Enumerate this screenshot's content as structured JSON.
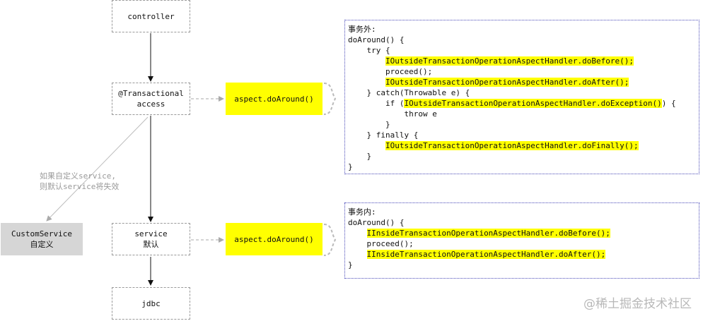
{
  "nodes": {
    "controller": "controller",
    "transactional": "@Transactional\naccess",
    "service": "service\n默认",
    "jdbc": "jdbc",
    "custom_service": "CustomService\n自定义",
    "aspect_top": "aspect.doAround()",
    "aspect_bottom": "aspect.doAround()"
  },
  "note": "如果自定义service,\n则默认service将失效",
  "outside_code": {
    "title": "事务外:",
    "lines": [
      {
        "indent": "",
        "pre": "doAround() {",
        "hl": "",
        "post": ""
      },
      {
        "indent": "    ",
        "pre": "try {",
        "hl": "",
        "post": ""
      },
      {
        "indent": "        ",
        "pre": "",
        "hl": "IOutsideTransactionOperationAspectHandler.doBefore();",
        "post": ""
      },
      {
        "indent": "        ",
        "pre": "proceed();",
        "hl": "",
        "post": ""
      },
      {
        "indent": "        ",
        "pre": "",
        "hl": "IOutsideTransactionOperationAspectHandler.doAfter();",
        "post": ""
      },
      {
        "indent": "    ",
        "pre": "} catch(Throwable e) {",
        "hl": "",
        "post": ""
      },
      {
        "indent": "        ",
        "pre": "if (",
        "hl": "IOutsideTransactionOperationAspectHandler.doException()",
        "post": ") {"
      },
      {
        "indent": "            ",
        "pre": "throw e",
        "hl": "",
        "post": ""
      },
      {
        "indent": "        ",
        "pre": "}",
        "hl": "",
        "post": ""
      },
      {
        "indent": "    ",
        "pre": "} finally {",
        "hl": "",
        "post": ""
      },
      {
        "indent": "        ",
        "pre": "",
        "hl": "IOutsideTransactionOperationAspectHandler.doFinally();",
        "post": ""
      },
      {
        "indent": "    ",
        "pre": "}",
        "hl": "",
        "post": ""
      },
      {
        "indent": "",
        "pre": "}",
        "hl": "",
        "post": ""
      }
    ]
  },
  "inside_code": {
    "title": "事务内:",
    "lines": [
      {
        "indent": "",
        "pre": "doAround() {",
        "hl": "",
        "post": ""
      },
      {
        "indent": "    ",
        "pre": "",
        "hl": "IInsideTransactionOperationAspectHandler.doBefore();",
        "post": ""
      },
      {
        "indent": "    ",
        "pre": "proceed();",
        "hl": "",
        "post": ""
      },
      {
        "indent": "    ",
        "pre": "",
        "hl": "IInsideTransactionOperationAspectHandler.doAfter();",
        "post": ""
      },
      {
        "indent": "",
        "pre": "}",
        "hl": "",
        "post": ""
      }
    ]
  },
  "watermark": "@稀土掘金技术社区"
}
